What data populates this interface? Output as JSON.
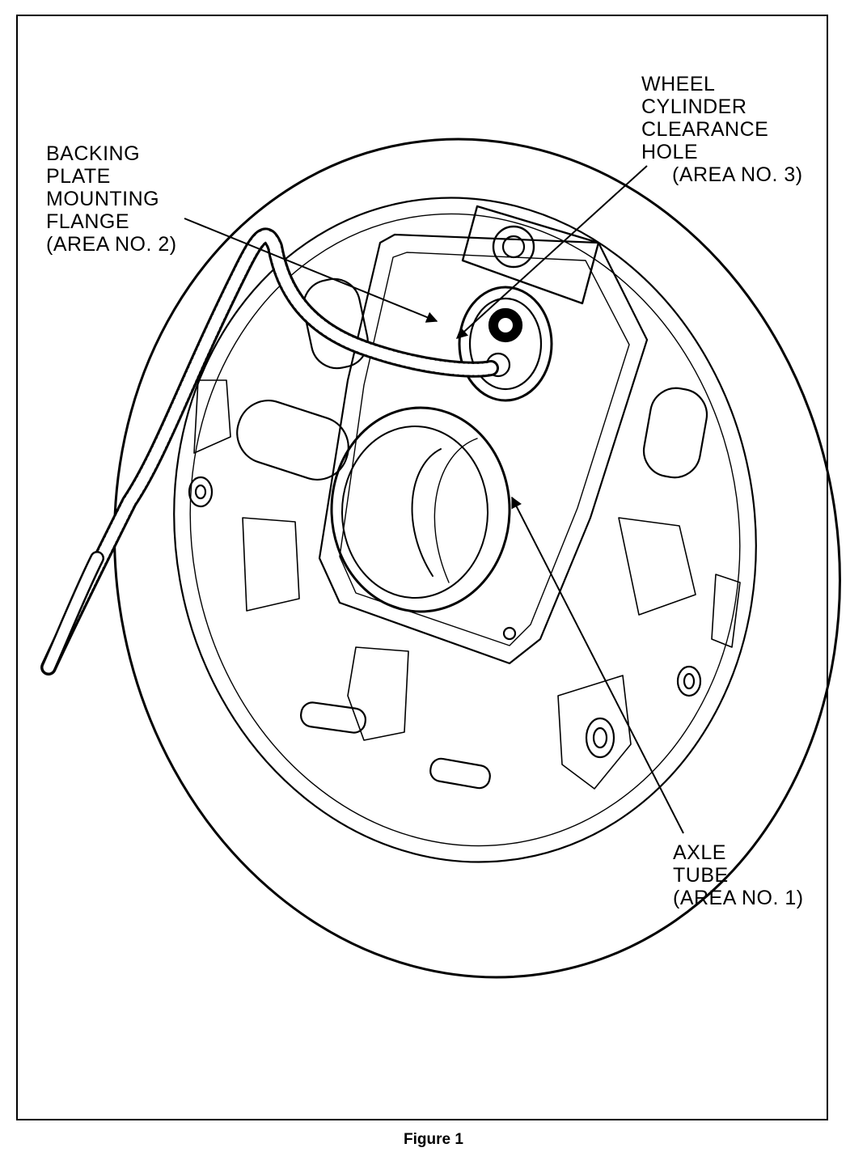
{
  "labels": {
    "backing_plate": [
      "BACKING",
      "PLATE",
      "MOUNTING",
      "FLANGE",
      "(AREA NO. 2)"
    ],
    "wheel_cylinder": [
      "WHEEL",
      "CYLINDER",
      "CLEARANCE",
      "HOLE",
      "(AREA NO. 3)"
    ],
    "axle_tube": [
      "AXLE",
      "TUBE",
      "(AREA NO. 1)"
    ]
  },
  "caption": "Figure 1",
  "colors": {
    "ink": "#000000",
    "paper": "#ffffff"
  }
}
